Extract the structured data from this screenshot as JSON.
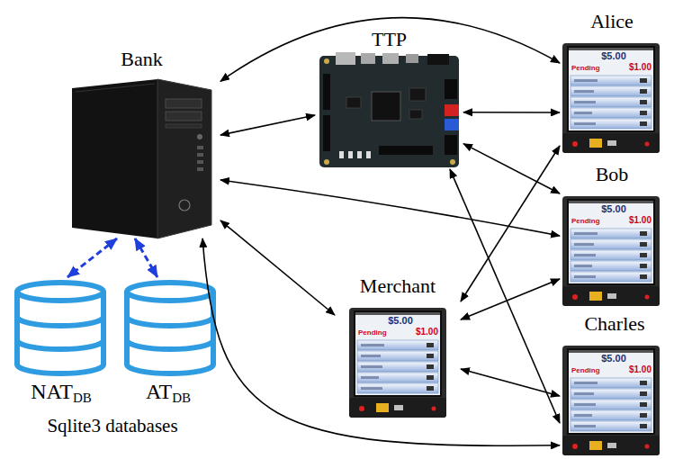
{
  "diagram": {
    "nodes": [
      {
        "text": [
          "Bank"
        ]
      },
      {
        "text": [
          "TTP"
        ]
      },
      {
        "text": [
          "Alice",
          "$5.00",
          "Pending",
          "$1.00"
        ]
      },
      {
        "text": [
          "Bob",
          "$5.00",
          "Pending",
          "$1.00"
        ]
      },
      {
        "text": [
          "Merchant",
          "$5.00",
          "Pending",
          "$1.00"
        ]
      },
      {
        "text": [
          "Charles",
          "$5.00",
          "Pending",
          "$1.00"
        ]
      },
      {
        "text": [
          "NAT",
          "DB"
        ]
      },
      {
        "text": [
          "AT",
          "DB"
        ]
      }
    ],
    "edges": [
      {
        "from": 0,
        "to": 2,
        "arrow": "both"
      },
      {
        "from": 0,
        "to": 1,
        "arrow": "both"
      },
      {
        "from": 0,
        "to": 3,
        "arrow": "both"
      },
      {
        "from": 0,
        "to": 4,
        "arrow": "both"
      },
      {
        "from": 0,
        "to": 5,
        "arrow": "both"
      },
      {
        "from": 0,
        "to": 6,
        "arrow": "both"
      },
      {
        "from": 0,
        "to": 7,
        "arrow": "both"
      },
      {
        "from": 1,
        "to": 2,
        "arrow": "both"
      },
      {
        "from": 1,
        "to": 3,
        "arrow": "both"
      },
      {
        "from": 1,
        "to": 5,
        "arrow": "both"
      },
      {
        "from": 4,
        "to": 2,
        "arrow": "both"
      },
      {
        "from": 4,
        "to": 3,
        "arrow": "both"
      },
      {
        "from": 4,
        "to": 5,
        "arrow": "both"
      }
    ],
    "labels": [
      "Sqlite3 databases"
    ]
  }
}
